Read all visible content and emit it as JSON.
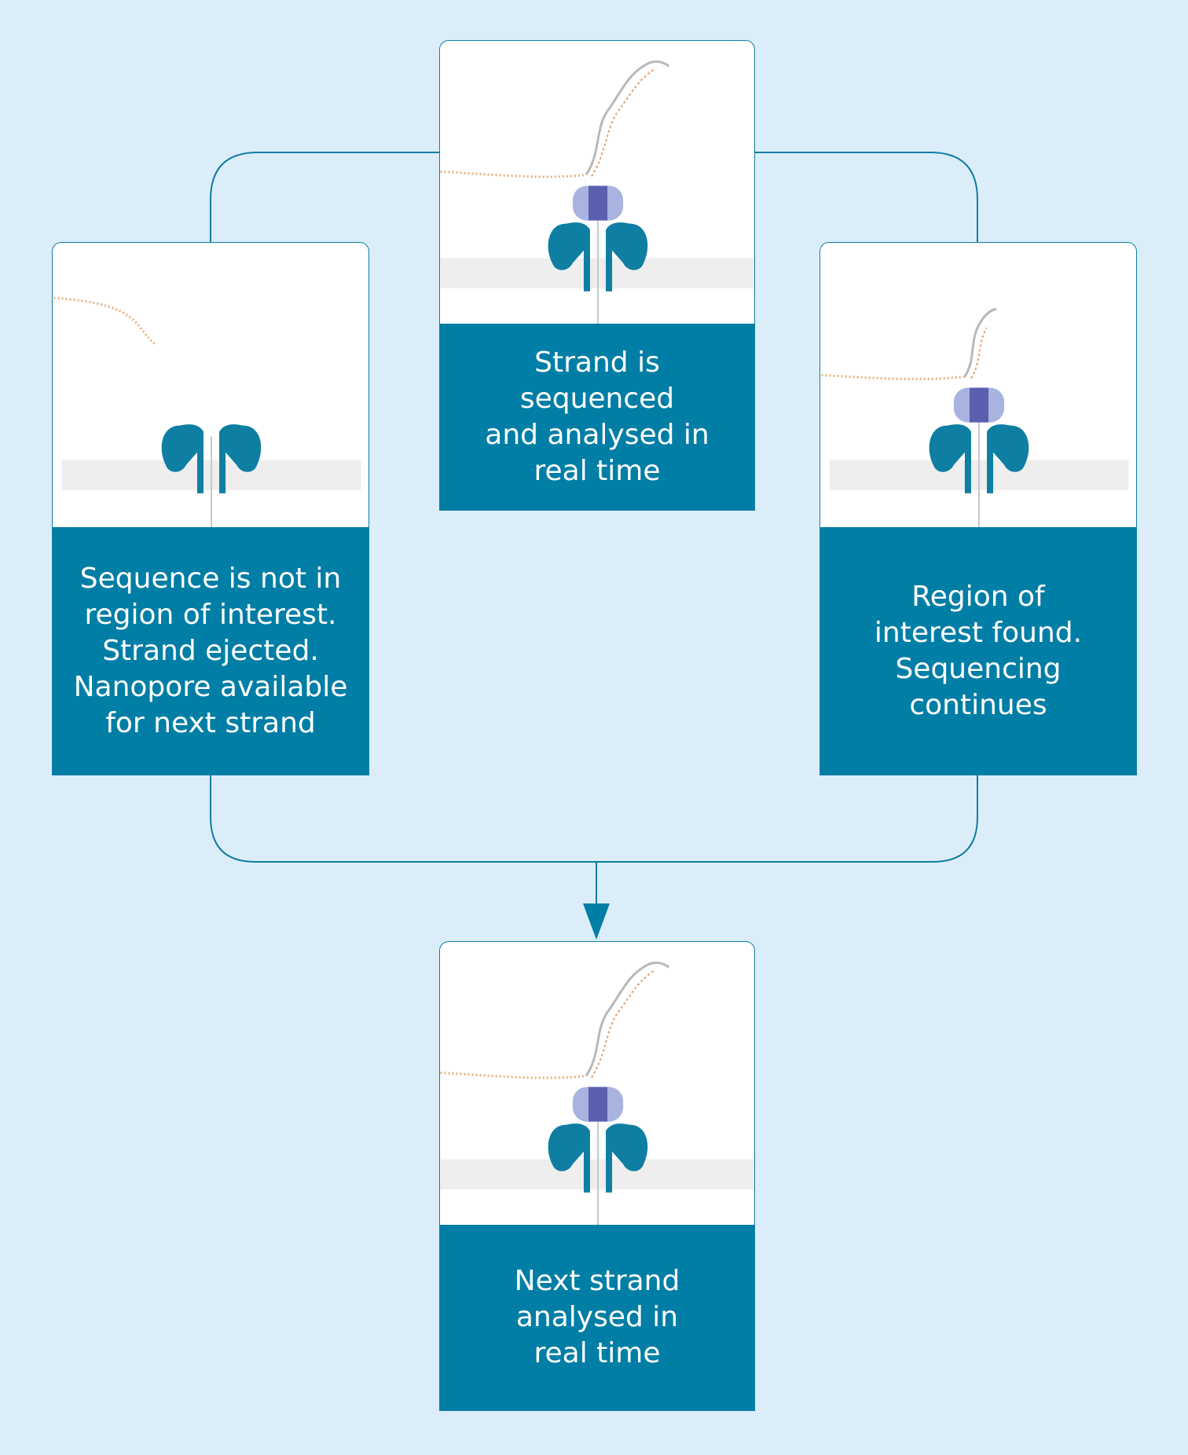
{
  "steps": {
    "top": {
      "label": "Strand is sequenced\nand analysed in\nreal time"
    },
    "left": {
      "label": "Sequence is not in\nregion of interest.\nStrand ejected.\nNanopore available\nfor next strand"
    },
    "right": {
      "label": "Region of\ninterest found.\nSequencing\ncontinues"
    },
    "bottom": {
      "label": "Next strand\nanalysed in\nreal time"
    }
  },
  "colors": {
    "background": "#dcedfa",
    "accent": "#007ea6",
    "protein": "#0f7ea3",
    "motor": "#a9b3e0"
  }
}
